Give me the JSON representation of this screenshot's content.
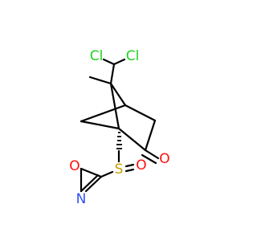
{
  "molecule": {
    "atoms": {
      "cl_left": {
        "text": "Cl",
        "color": "#1fd01f"
      },
      "cl_right": {
        "text": "Cl",
        "color": "#1fd01f"
      },
      "oxygen_ketone": {
        "text": "O",
        "color": "#ff0d0d"
      },
      "sulfur": {
        "text": "S",
        "color": "#c8a000"
      },
      "oxygen_sulfonyl": {
        "text": "O",
        "color": "#ff0d0d"
      },
      "oxygen_ring": {
        "text": "O",
        "color": "#ff0d0d"
      },
      "nitrogen_ring": {
        "text": "N",
        "color": "#3050f8"
      }
    },
    "bond_color": "#000000",
    "background": "#ffffff"
  }
}
